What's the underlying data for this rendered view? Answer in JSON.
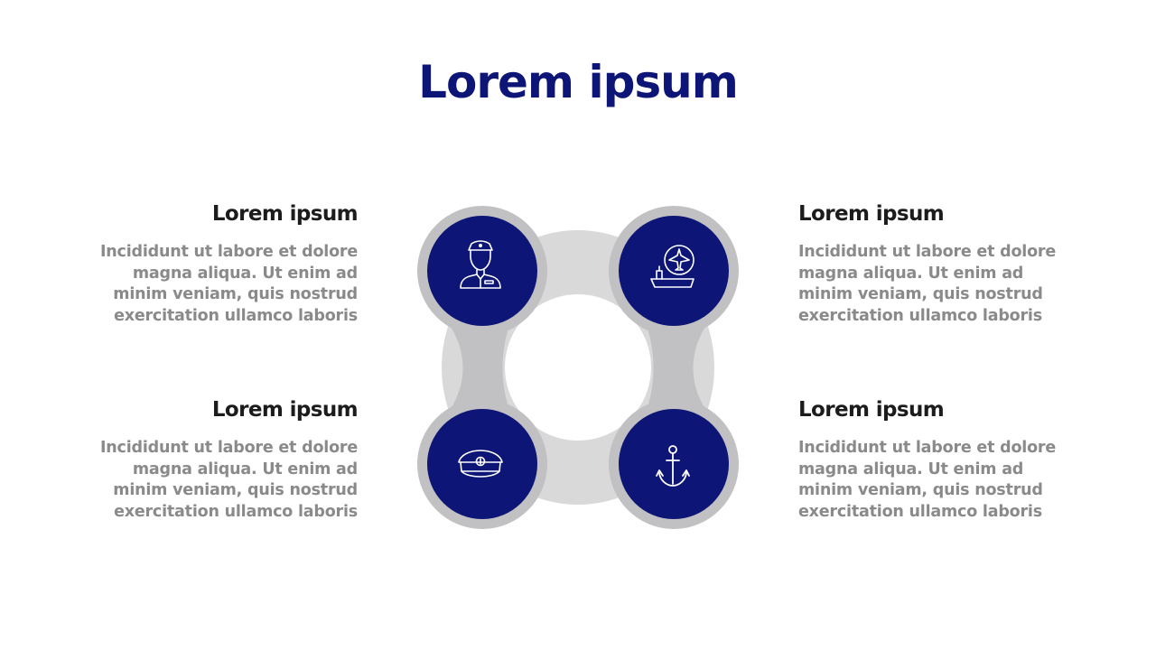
{
  "title": "Lorem ipsum",
  "colors": {
    "navy": "#0d1576",
    "ring_gray": "#c1c1c3",
    "connector_gray": "#d9d9d9",
    "heading_text": "#1c1c1c",
    "body_text": "#8a8a8a"
  },
  "items": [
    {
      "heading": "Lorem ipsum",
      "text": "Incididunt ut labore et dolore magna aliqua. Ut enim ad minim veniam, quis nostrud exercitation ullamco laboris",
      "icon": "sailor-icon"
    },
    {
      "heading": "Lorem ipsum",
      "text": "Incididunt ut labore et dolore magna aliqua. Ut enim ad minim veniam, quis nostrud exercitation ullamco laboris",
      "icon": "aircraft-carrier-icon"
    },
    {
      "heading": "Lorem ipsum",
      "text": "Incididunt ut labore et dolore magna aliqua. Ut enim ad minim veniam, quis nostrud exercitation ullamco laboris",
      "icon": "captain-hat-icon"
    },
    {
      "heading": "Lorem ipsum",
      "text": "Incididunt ut labore et dolore magna aliqua. Ut enim ad minim veniam, quis nostrud exercitation ullamco laboris",
      "icon": "anchor-icon"
    }
  ]
}
